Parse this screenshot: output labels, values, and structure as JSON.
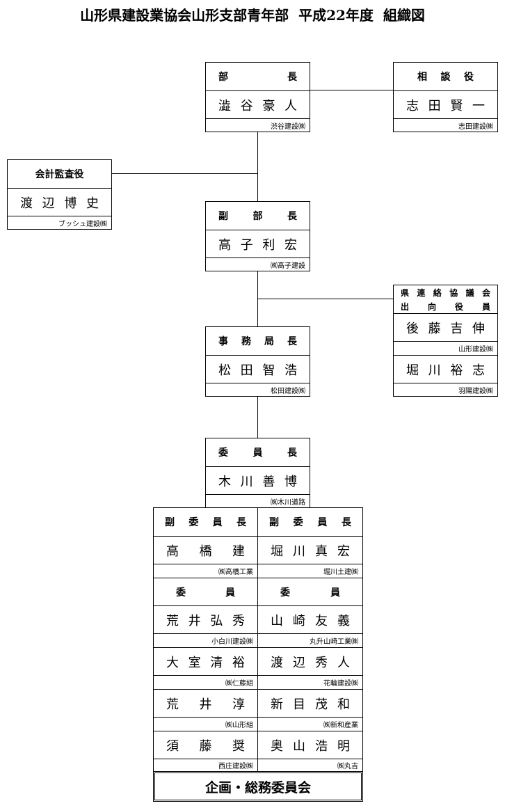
{
  "title": {
    "org": "山形県建設業協会山形支部青年部",
    "year": "平成22年度",
    "doc": "組織図"
  },
  "director": {
    "role_chars": [
      "部",
      "長"
    ],
    "name_chars": [
      "澁",
      "谷",
      "豪",
      "人"
    ],
    "company": "渋谷建設㈱"
  },
  "advisor": {
    "role_chars": [
      "相",
      "談",
      "役"
    ],
    "name_chars": [
      "志",
      "田",
      "賢",
      "一"
    ],
    "company": "志田建設㈱"
  },
  "auditor": {
    "role": "会計監査役",
    "name_chars": [
      "渡",
      "辺",
      "博",
      "史"
    ],
    "company": "ブッシュ建設㈱"
  },
  "vice_director": {
    "role_chars": [
      "副",
      "部",
      "長"
    ],
    "name_chars": [
      "高",
      "子",
      "利",
      "宏"
    ],
    "company": "㈱高子建設"
  },
  "liaison": {
    "role_line1_chars": [
      "県",
      "連",
      "絡",
      "協",
      "議",
      "会"
    ],
    "role_line2_chars": [
      "出",
      "向",
      "役",
      "員"
    ],
    "members": [
      {
        "name_chars": [
          "後",
          "藤",
          "吉",
          "伸"
        ],
        "company": "山形建設㈱"
      },
      {
        "name_chars": [
          "堀",
          "川",
          "裕",
          "志"
        ],
        "company": "羽陽建設㈱"
      }
    ]
  },
  "secretary_general": {
    "role_chars": [
      "事",
      "務",
      "局",
      "長"
    ],
    "name_chars": [
      "松",
      "田",
      "智",
      "浩"
    ],
    "company": "松田建設㈱"
  },
  "chair": {
    "role_chars": [
      "委",
      "員",
      "長"
    ],
    "name_chars": [
      "木",
      "川",
      "善",
      "博"
    ],
    "company": "㈱木川道路"
  },
  "committee": {
    "vice_chairs": [
      {
        "role_chars": [
          "副",
          "委",
          "員",
          "長"
        ],
        "name_chars": [
          "高",
          "橋",
          "建"
        ],
        "company": "㈱高橋工業"
      },
      {
        "role_chars": [
          "副",
          "委",
          "員",
          "長"
        ],
        "name_chars": [
          "堀",
          "川",
          "真",
          "宏"
        ],
        "company": "堀川土建㈱"
      }
    ],
    "member_role_chars": [
      "委",
      "員"
    ],
    "members_left": [
      {
        "name_chars": [
          "荒",
          "井",
          "弘",
          "秀"
        ],
        "company": "小白川建設㈱"
      },
      {
        "name_chars": [
          "大",
          "室",
          "清",
          "裕"
        ],
        "company": "㈱仁藤組"
      },
      {
        "name_chars": [
          "荒",
          "井",
          "淳"
        ],
        "company": "㈱山形組"
      },
      {
        "name_chars": [
          "須",
          "藤",
          "奨"
        ],
        "company": "西庄建設㈱"
      }
    ],
    "members_right": [
      {
        "name_chars": [
          "山",
          "崎",
          "友",
          "義"
        ],
        "company": "丸升山崎工業㈱"
      },
      {
        "name_chars": [
          "渡",
          "辺",
          "秀",
          "人"
        ],
        "company": "花輪建設㈱"
      },
      {
        "name_chars": [
          "新",
          "目",
          "茂",
          "和"
        ],
        "company": "㈱新和産業"
      },
      {
        "name_chars": [
          "奥",
          "山",
          "浩",
          "明"
        ],
        "company": "㈱丸吉"
      }
    ],
    "committee_name": "企画・総務委員会"
  }
}
